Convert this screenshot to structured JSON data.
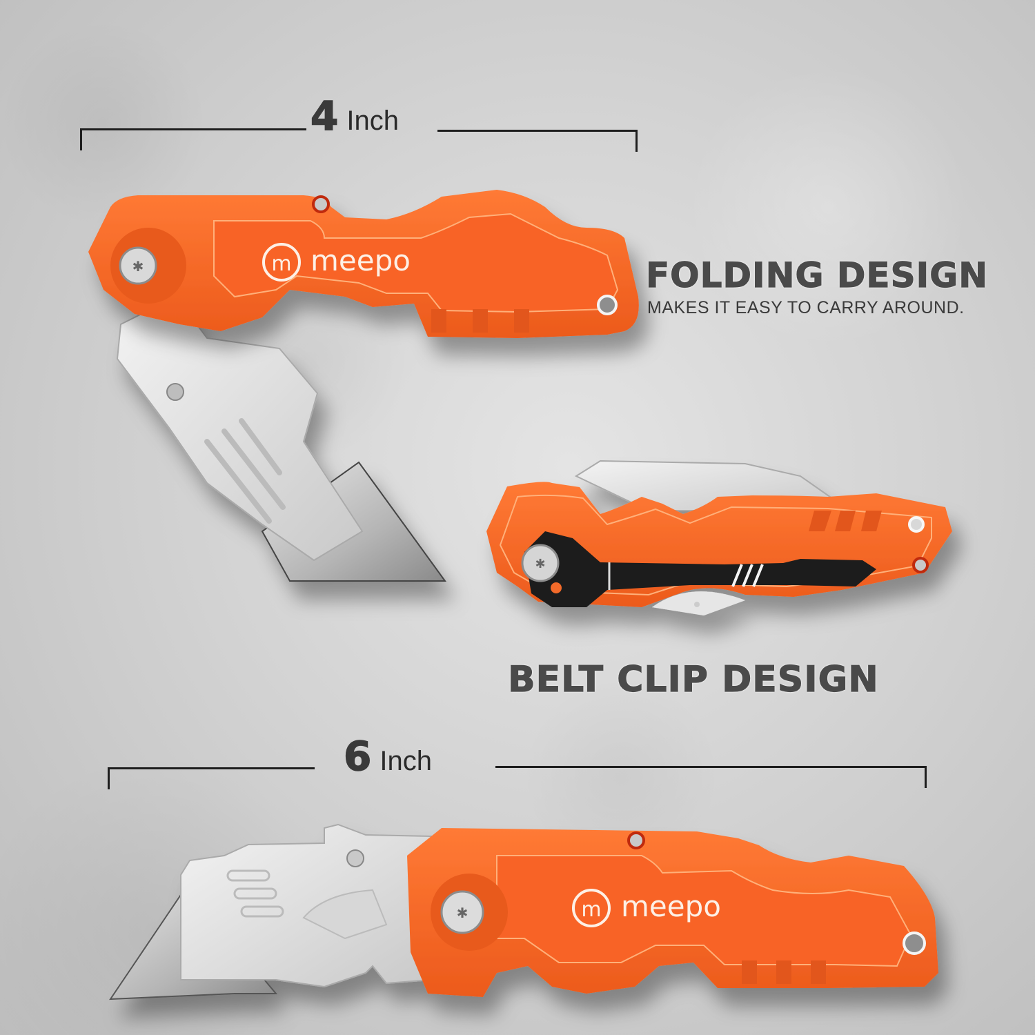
{
  "image": {
    "background_color": "#d4d4d4",
    "brand_color": "#f26a2a",
    "text_color": "#4a4a4a"
  },
  "dimension_top": {
    "value": "4",
    "unit": "Inch"
  },
  "dimension_bottom": {
    "value": "6",
    "unit": "Inch"
  },
  "feature_folding": {
    "title": "FOLDING DESIGN",
    "subtitle": "MAKES IT EASY TO CARRY AROUND."
  },
  "feature_clip": {
    "title": "BELT CLIP DESIGN"
  },
  "knives": [
    {
      "state": "folded-open-angled",
      "brand_mark": "m",
      "brand_name": "meepo"
    },
    {
      "state": "closed-rear-view-with-clip"
    },
    {
      "state": "fully-open",
      "brand_mark": "m",
      "brand_name": "meepo"
    }
  ]
}
